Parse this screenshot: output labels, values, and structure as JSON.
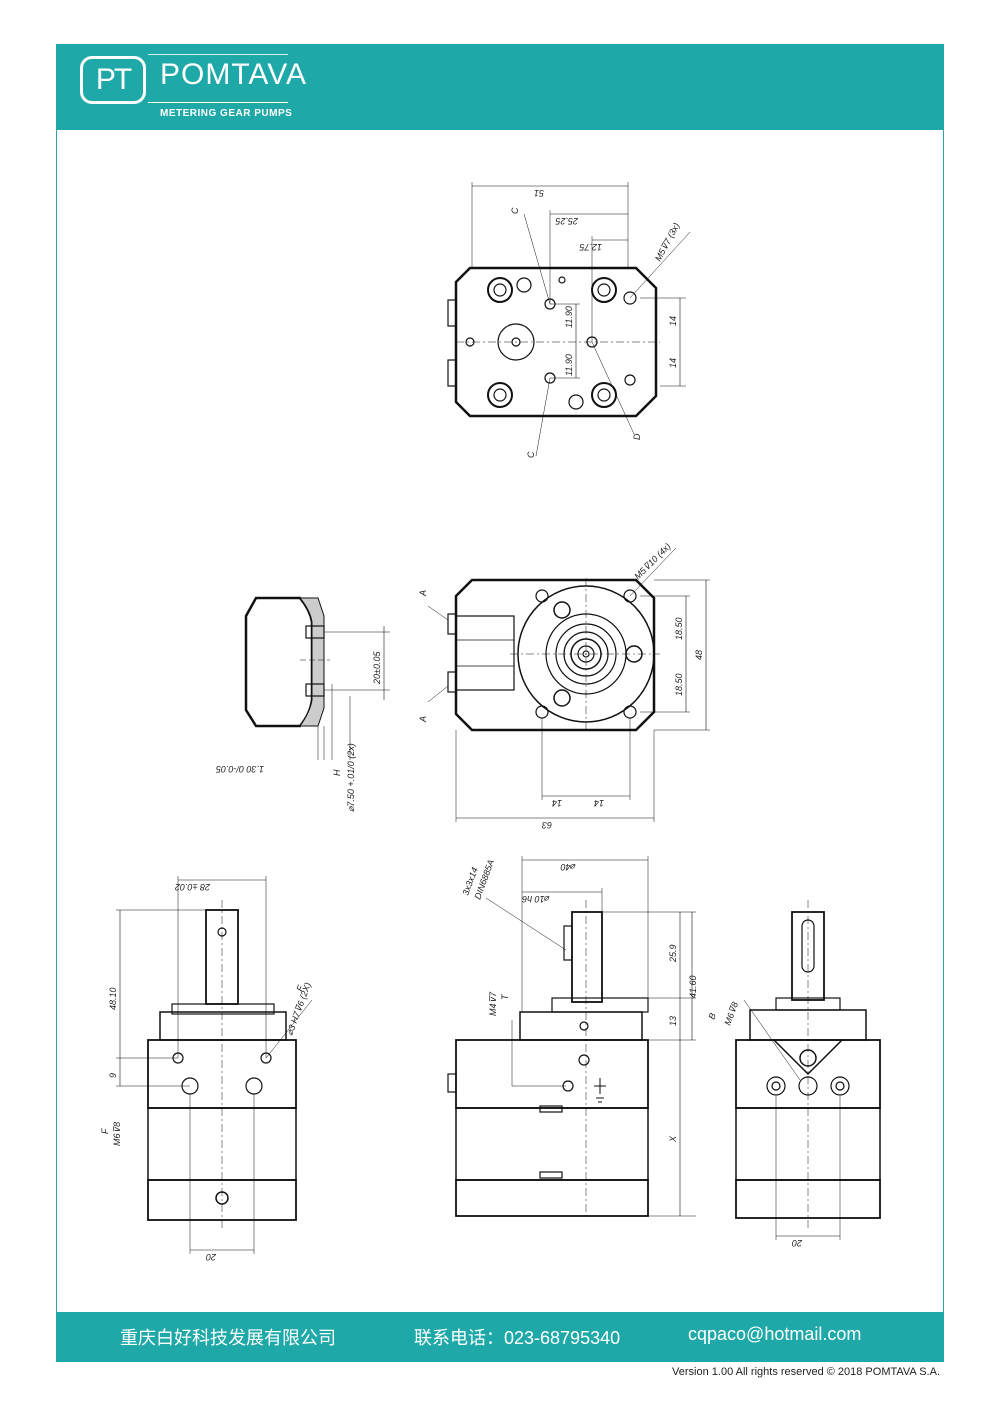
{
  "header": {
    "logo_mark": "PT",
    "brand": "POMTAVA",
    "subtitle": "METERING GEAR PUMPS"
  },
  "footer": {
    "company": "重庆白好科技发展有限公司",
    "phone": "联系电话：023-68795340",
    "email": "cqpaco@hotmail.com"
  },
  "version": "Version 1.00 All rights reserved © 2018 POMTAVA S.A.",
  "drawings": {
    "top_view": {
      "dim_width": "51",
      "dim_half": "25.25",
      "dim_quarter": "12.75",
      "thread_note": "M5⊽7 (3x)",
      "dim_14_a": "14",
      "dim_14_b": "14",
      "dim_1190_a": "11.90",
      "dim_1190_b": "11.90",
      "label_c_top": "C",
      "label_c_bottom": "C",
      "label_d": "D"
    },
    "front_view": {
      "thread_note": "M5⊽10 (4x)",
      "dim_1850_a": "18.50",
      "dim_1850_b": "18.50",
      "dim_48": "48",
      "dim_14_a": "14",
      "dim_14_b": "14",
      "dim_63": "63",
      "label_a_top": "A",
      "label_a_bottom": "A"
    },
    "section_view": {
      "dim_20": "20±0.05",
      "dim_130": "1.30 0/-0.05",
      "dim_750": "⌀7.50 +.01/0 (2x)",
      "label_h": "H"
    },
    "left_side": {
      "dim_28": "28 ±0.02",
      "dim_4810": "48.10",
      "dim_9": "9",
      "thread_f1": "F",
      "thread_f1_note": "⌀3 H7⊽6 (2X)",
      "thread_f2": "F",
      "thread_f2_note": "M6⊽8",
      "dim_20": "20"
    },
    "center_side": {
      "key_note": "3x3x14",
      "key_std": "DIN6885A",
      "dim_40": "⌀40",
      "dim_10h6": "⌀10 h6",
      "dim_259": "25.9",
      "dim_4160": "41.60",
      "dim_13": "13",
      "thread_note": "M4⊽7",
      "label_t": "T",
      "label_x": "X"
    },
    "right_side": {
      "label_b": "B",
      "thread_note": "M6⊽8",
      "dim_20": "20"
    }
  }
}
